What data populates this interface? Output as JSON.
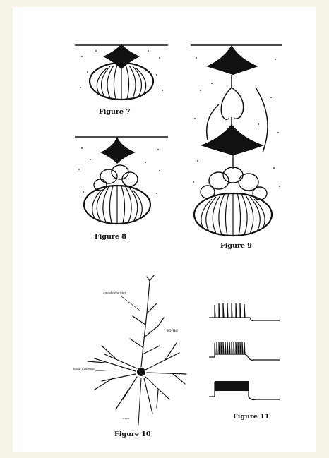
{
  "figures": {
    "fig7": {
      "caption": "Figure 7"
    },
    "fig8": {
      "caption": "Figure 8"
    },
    "fig9": {
      "caption": "Figure 9"
    },
    "fig10": {
      "caption": "Figure 10",
      "labels": {
        "apical": "apical dendrites",
        "soma": "soma",
        "basal": "basal dendrites",
        "axon": "axon"
      }
    },
    "fig11": {
      "caption": "Figure 11"
    }
  },
  "colors": {
    "ink": "#111111",
    "page": "#ffffff",
    "margin": "#f6f2e6"
  }
}
